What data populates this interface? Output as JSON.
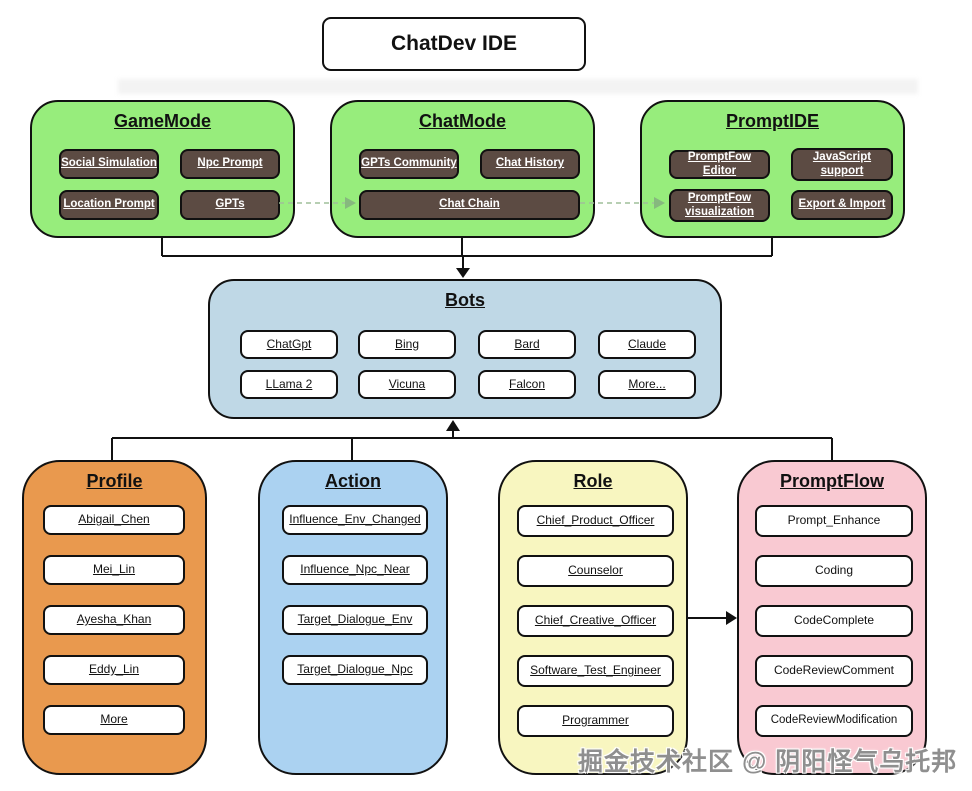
{
  "title": "ChatDev IDE",
  "top_sections": [
    {
      "title": "GameMode",
      "buttons": [
        "Social Simulation",
        "Npc Prompt",
        "Location Prompt",
        "GPTs"
      ]
    },
    {
      "title": "ChatMode",
      "buttons": [
        "GPTs Community",
        "Chat History",
        "Chat Chain"
      ]
    },
    {
      "title": "PromptIDE",
      "buttons": [
        "PromptFow Editor",
        "JavaScript support",
        "PromptFow visualization",
        "Export & Import"
      ]
    }
  ],
  "bots": {
    "title": "Bots",
    "items": [
      "ChatGpt",
      "Bing",
      "Bard",
      "Claude",
      "LLama 2",
      "Vicuna",
      "Falcon",
      "More..."
    ]
  },
  "bottom_sections": [
    {
      "title": "Profile",
      "items": [
        "Abigail_Chen",
        "Mei_Lin",
        "Ayesha_Khan",
        "Eddy_Lin",
        "More"
      ]
    },
    {
      "title": "Action",
      "items": [
        "Influence_Env_Changed",
        "Influence_Npc_Near",
        "Target_Dialogue_Env",
        "Target_Dialogue_Npc"
      ]
    },
    {
      "title": "Role",
      "items": [
        "Chief_Product_Officer",
        "Counselor",
        "Chief_Creative_Officer",
        "Software_Test_Engineer",
        "Programmer"
      ]
    },
    {
      "title": "PromptFlow",
      "items": [
        "Prompt_Enhance",
        "Coding",
        "CodeComplete",
        "CodeReviewComment",
        "CodeReviewModification"
      ]
    }
  ],
  "watermark": "掘金技术社区 @ 阴阳怪气乌托邦",
  "colors": {
    "section_green": "#97ed7c",
    "dark_button": "#5c4b43",
    "bots_blue": "#bfd8e6",
    "profile_orange": "#e9994e",
    "action_blue": "#abd2f1",
    "role_yellow": "#f8f6c0",
    "promptflow_pink": "#f9c9d2",
    "dashed_connector": "#9fbf9a",
    "line": "#111111"
  }
}
